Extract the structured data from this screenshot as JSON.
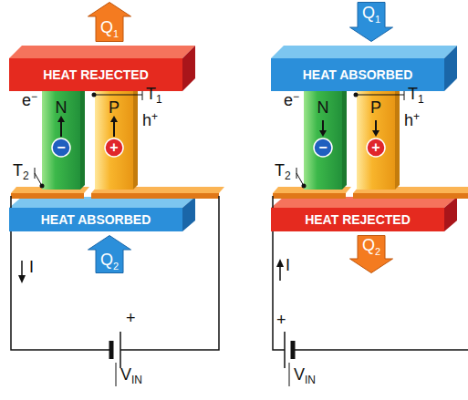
{
  "diagram": {
    "nodes": [
      {
        "text": [
          "Q",
          "1"
        ]
      },
      {
        "text": [
          "HEAT REJECTED"
        ]
      },
      {
        "text": [
          "N"
        ]
      },
      {
        "text": [
          "P"
        ]
      },
      {
        "text": [
          "HEAT ABSORBED"
        ]
      },
      {
        "text": [
          "Q",
          "2"
        ]
      },
      {
        "text": [
          "Q",
          "1"
        ]
      },
      {
        "text": [
          "HEAT ABSORBED"
        ]
      },
      {
        "text": [
          "N"
        ]
      },
      {
        "text": [
          "P"
        ]
      },
      {
        "text": [
          "HEAT REJECTED"
        ]
      },
      {
        "text": [
          "Q",
          "2"
        ]
      }
    ],
    "labels": [
      "e",
      "−",
      "h",
      "+",
      "T",
      "1",
      "T",
      "2",
      "−",
      "+",
      "I",
      "+",
      "V",
      "IN",
      "e",
      "−",
      "h",
      "+",
      "T",
      "1",
      "T",
      "2",
      "−",
      "+",
      "I",
      "+",
      "V",
      "IN"
    ]
  }
}
